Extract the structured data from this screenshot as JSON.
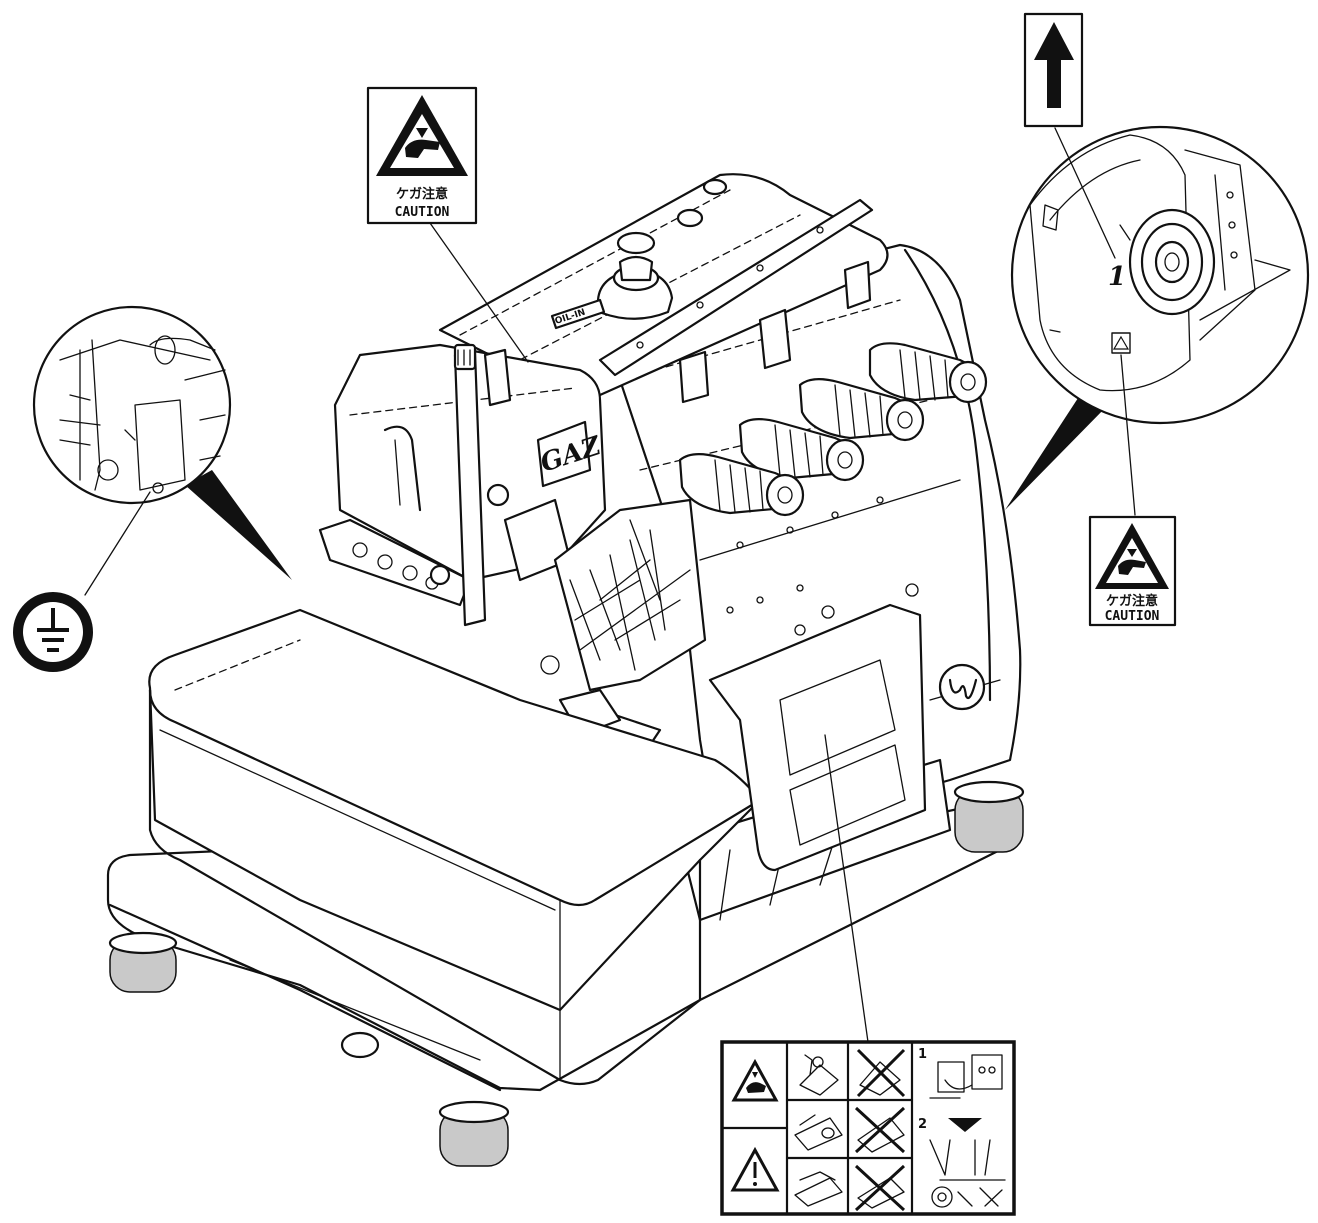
{
  "labels": {
    "caution_top": {
      "jp": "ケガ注意",
      "en": "CAUTION"
    },
    "caution_right": {
      "jp": "ケガ注意",
      "en": "CAUTION"
    },
    "oil_in": "OIL-IN",
    "brand_logo": "GAZ",
    "pulley_mark": "1",
    "panel_step_1": "1",
    "panel_step_2": "2"
  },
  "icons": {
    "direction_arrow": "arrow-up-icon",
    "ground_symbol": "protective-earth-icon",
    "warning_hand": "hand-crush-warning-icon",
    "warning_general": "exclamation-warning-icon"
  },
  "colors": {
    "line": "#111111",
    "paper": "#ffffff",
    "foot_shade": "#c9c9c9"
  }
}
